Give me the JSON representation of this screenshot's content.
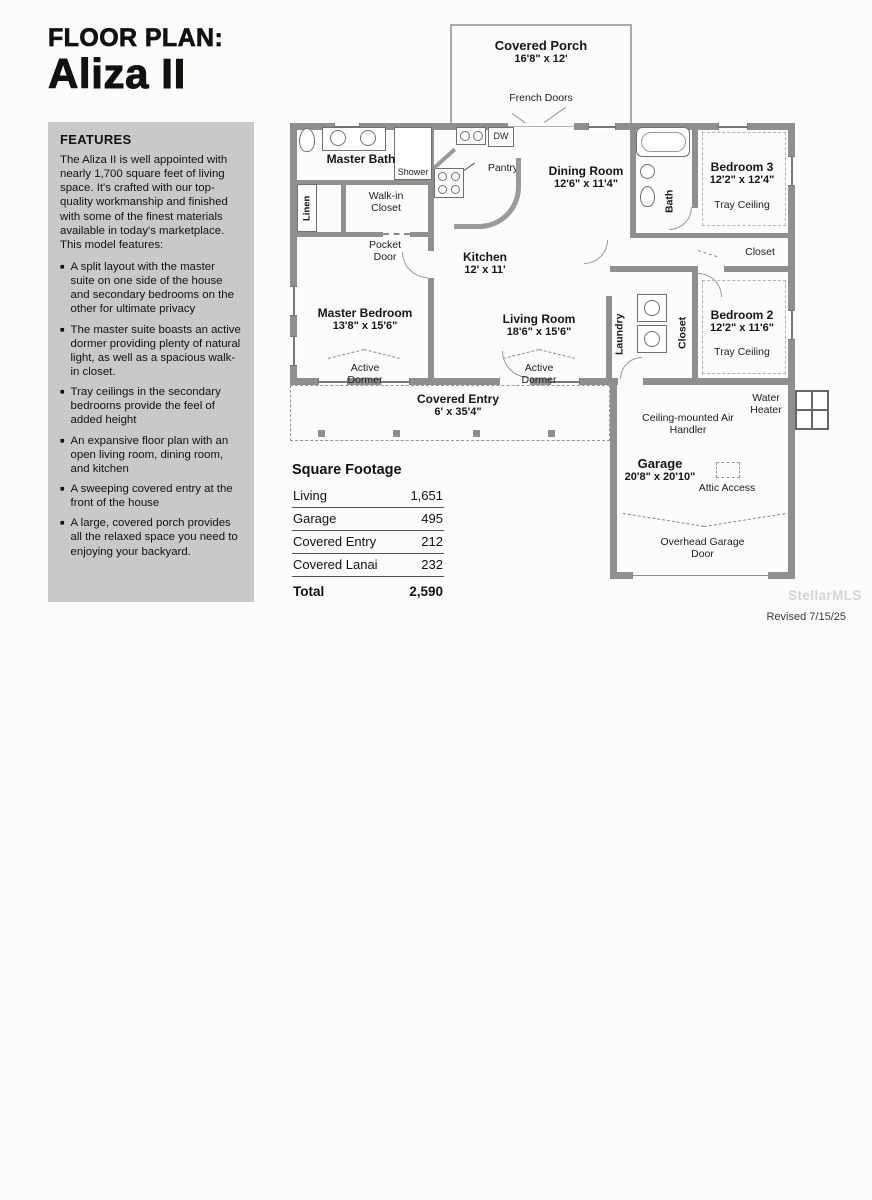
{
  "header": {
    "kicker": "FLOOR PLAN:",
    "title": "Aliza II"
  },
  "features": {
    "heading": "FEATURES",
    "intro": "The Aliza II is well appointed with nearly 1,700 square feet of living space. It's crafted with our top-quality workmanship and finished with some of the finest materials available in today's marketplace. This model features:",
    "bullets": [
      "A split layout with the master suite on one side of the house and secondary bedrooms on the other for ultimate privacy",
      "The master suite boasts an active dormer providing plenty of natural light, as well as a spacious walk-in closet.",
      "Tray ceilings in the secondary bedrooms provide the feel of added height",
      "An expansive floor plan with an open living room, dining room, and kitchen",
      "A sweeping covered entry at the front of the house",
      "A large, covered porch provides all the relaxed space you need to enjoying your backyard."
    ]
  },
  "plan": {
    "covered_porch_name": "Covered Porch",
    "covered_porch_dims": "16'8\" x 12'",
    "french_doors": "French Doors",
    "master_bath": "Master Bath",
    "shower": "Shower",
    "linen": "Linen",
    "walk_in_closet": "Walk-in Closet",
    "pocket_door": "Pocket Door",
    "pantry": "Pantry",
    "dw": "DW",
    "dining_name": "Dining Room",
    "dining_dims": "12'6\" x 11'4\"",
    "bath": "Bath",
    "bedroom3_name": "Bedroom 3",
    "bedroom3_dims": "12'2\" x 12'4\"",
    "bedroom3_note": "Tray Ceiling",
    "closet_b3": "Closet",
    "kitchen_name": "Kitchen",
    "kitchen_dims": "12' x 11'",
    "master_bedroom_name": "Master Bedroom",
    "master_bedroom_dims": "13'8\" x 15'6\"",
    "master_dormer": "Active Dormer",
    "living_name": "Living Room",
    "living_dims": "18'6\" x 15'6\"",
    "living_dormer": "Active Dormer",
    "laundry": "Laundry",
    "closet_hall": "Closet",
    "bedroom2_name": "Bedroom 2",
    "bedroom2_dims": "12'2\" x 11'6\"",
    "bedroom2_note": "Tray Ceiling",
    "covered_entry_name": "Covered Entry",
    "covered_entry_dims": "6' x 35'4\"",
    "water_heater": "Water Heater",
    "air_handler": "Ceiling-mounted Air Handler",
    "garage_name": "Garage",
    "garage_dims": "20'8\" x 20'10\"",
    "attic": "Attic Access",
    "overhead_door": "Overhead Garage Door"
  },
  "square_footage": {
    "heading": "Square Footage",
    "rows": [
      {
        "label": "Living",
        "value": "1,651"
      },
      {
        "label": "Garage",
        "value": "495"
      },
      {
        "label": "Covered Entry",
        "value": "212"
      },
      {
        "label": "Covered Lanai",
        "value": "232"
      }
    ],
    "total_label": "Total",
    "total_value": "2,590"
  },
  "footer": {
    "watermark": "StellarMLS",
    "revised": "Revised 7/15/25"
  }
}
